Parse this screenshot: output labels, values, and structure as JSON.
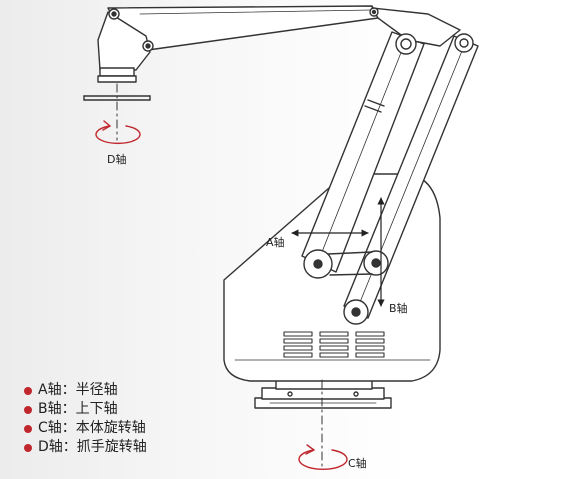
{
  "labels": {
    "a_axis": "A轴",
    "b_axis": "B轴",
    "c_axis": "C轴",
    "d_axis": "D轴"
  },
  "legend": {
    "bullet_color": "#c0272d",
    "items": [
      {
        "text": "A轴：半径轴"
      },
      {
        "text": "B轴：上下轴"
      },
      {
        "text": "C轴：本体旋转轴"
      },
      {
        "text": "D轴：抓手旋转轴"
      }
    ]
  },
  "colors": {
    "line": "#333333",
    "rotation_arrow": "#c0272d"
  }
}
